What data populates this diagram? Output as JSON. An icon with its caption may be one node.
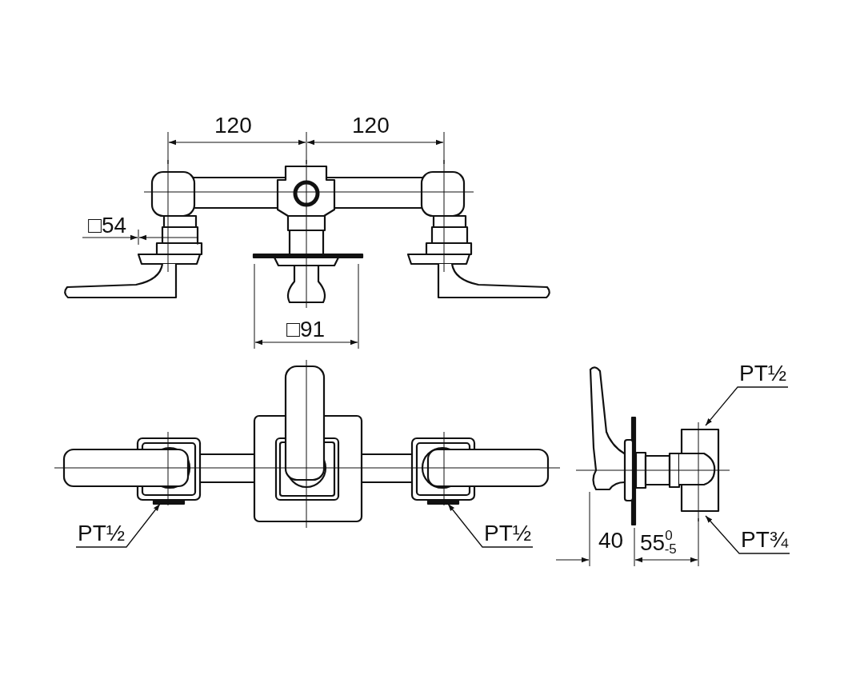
{
  "diagram": {
    "nodes": [
      {
        "text": [
          "PT½"
        ]
      },
      {
        "text": [
          "PT½"
        ]
      },
      {
        "text": [
          "PT½"
        ]
      },
      {
        "text": [
          "PT¾"
        ]
      }
    ],
    "edges": [
      {
        "from": 0,
        "to": null,
        "arrow": "to"
      },
      {
        "from": 1,
        "to": null,
        "arrow": "to"
      },
      {
        "from": 2,
        "to": null,
        "arrow": "to"
      },
      {
        "from": 3,
        "to": null,
        "arrow": "to"
      }
    ],
    "labels": [
      "120",
      "120",
      "□54",
      "□91",
      "40",
      "55$^{0}$$_{-5}$"
    ]
  }
}
